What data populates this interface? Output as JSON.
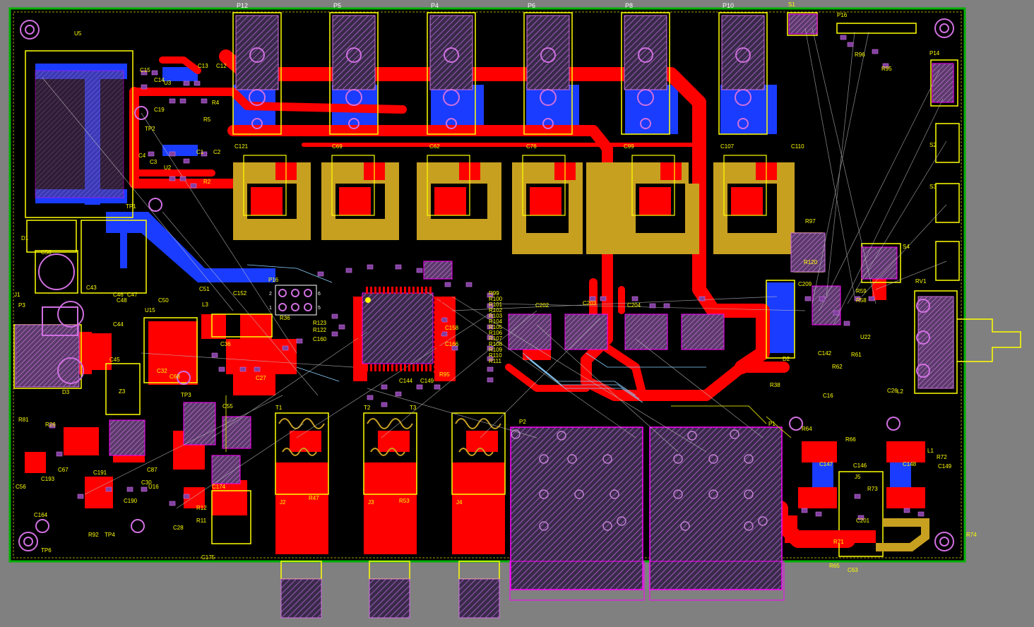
{
  "colors": {
    "background": "#808080",
    "board": "#000000",
    "board_outline": "#00c000",
    "keepout": "#c8c800",
    "top_copper": "#ff0000",
    "bottom_copper": "#1a3cff",
    "silkscreen": "#ffff00",
    "pad_purple": "#b05cc0",
    "mechanical": "#ff00ff",
    "overlay_gold": "#c8a020",
    "bottom_overlay": "#9a6a20",
    "net_gray": "#c0c0c0"
  },
  "connectors_top": [
    "P12",
    "P5",
    "P4",
    "P6",
    "P8",
    "P10"
  ],
  "top_right_parts": [
    "S1",
    "P16",
    "P14",
    "R96",
    "R95",
    "S2",
    "S3",
    "S4",
    "RV1",
    "R97",
    "R120",
    "R59",
    "R58",
    "U22",
    "R61",
    "C209",
    "C201"
  ],
  "left_parts": [
    "U5",
    "C15",
    "C13",
    "C12",
    "C14",
    "C19",
    "R4",
    "R5",
    "TP2",
    "C4",
    "C3",
    "C1",
    "C2",
    "U2",
    "R2",
    "TP1",
    "D1",
    "C58",
    "J1",
    "C43",
    "C46",
    "C47",
    "P3",
    "C48",
    "U15",
    "C50",
    "C44",
    "C45",
    "C32",
    "Z3",
    "D3",
    "R81",
    "R26",
    "C56",
    "C67",
    "C193",
    "C191",
    "C190",
    "C164",
    "R92",
    "TP4",
    "TP6",
    "C30",
    "U16",
    "R12",
    "R11",
    "C28",
    "C174",
    "C175",
    "C68",
    "C87",
    "TP3",
    "L3",
    "C51",
    "C36",
    "C55",
    "C27",
    "R36",
    "P16b",
    "U3",
    "C152"
  ],
  "fet_labels": [
    "C121",
    "C69",
    "C62",
    "C76",
    "C99",
    "C107",
    "C110"
  ],
  "middle_parts": [
    "R123",
    "R122",
    "C160",
    "C158",
    "C166",
    "R95b",
    "R99",
    "R100",
    "R101",
    "R102",
    "R103",
    "R104",
    "R105",
    "R106",
    "R107",
    "R108",
    "R109",
    "R110",
    "C202",
    "C204",
    "C203",
    "R111",
    "C144",
    "C149b",
    "R38",
    "C16",
    "T1",
    "T2",
    "T3"
  ],
  "bottom_parts": [
    "J2",
    "J3",
    "J4",
    "R47",
    "R53",
    "P2",
    "P1",
    "R64",
    "R66",
    "C147",
    "C148",
    "C146",
    "J5",
    "R73",
    "R74",
    "R72",
    "C149",
    "R65",
    "C63",
    "L1",
    "L2",
    "R71",
    "C26",
    "R62",
    "D2",
    "C142"
  ]
}
